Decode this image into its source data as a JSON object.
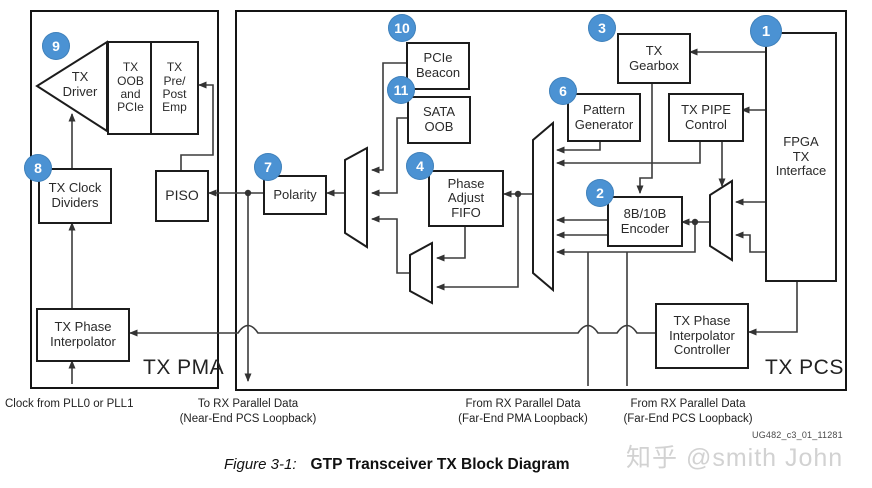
{
  "figure": {
    "caption_label": "Figure 3-1:",
    "caption_title": "GTP Transceiver TX Block Diagram",
    "doc_id": "UG482_c3_01_11281"
  },
  "watermark": "知乎 @smith John",
  "regions": {
    "pma_label": "TX PMA",
    "pcs_label": "TX PCS"
  },
  "blocks": {
    "tx_driver": "TX\nDriver",
    "tx_oob": "TX\nOOB\nand\nPCIe",
    "tx_prepost": "TX\nPre/\nPost\nEmp",
    "tx_clock_dividers": "TX Clock\nDividers",
    "piso": "PISO",
    "tx_phase_interpolator": "TX Phase\nInterpolator",
    "pcie_beacon": "PCIe\nBeacon",
    "sata_oob": "SATA\nOOB",
    "polarity": "Polarity",
    "phase_adjust_fifo": "Phase\nAdjust\nFIFO",
    "pattern_generator": "Pattern\nGenerator",
    "tx_gearbox": "TX\nGearbox",
    "tx_pipe_control": "TX PIPE\nControl",
    "encoder_8b10b": "8B/10B\nEncoder",
    "fpga_tx_interface": "FPGA\nTX\nInterface",
    "tx_pi_controller": "TX Phase\nInterpolator\nController"
  },
  "badges": {
    "n1": "1",
    "n2": "2",
    "n3": "3",
    "n4": "4",
    "n6": "6",
    "n7": "7",
    "n8": "8",
    "n9": "9",
    "n10": "10",
    "n11": "11"
  },
  "bottom_labels": {
    "clock": "Clock from PLL0 or PLL1",
    "near_end": "To RX Parallel Data\n(Near-End PCS Loopback)",
    "far_end_pma": "From RX Parallel Data\n(Far-End PMA Loopback)",
    "far_end_pcs": "From RX Parallel Data\n(Far-End PCS Loopback)"
  },
  "colors": {
    "badge_blue": "#4b92d3",
    "wire": "#3c3c3c"
  }
}
